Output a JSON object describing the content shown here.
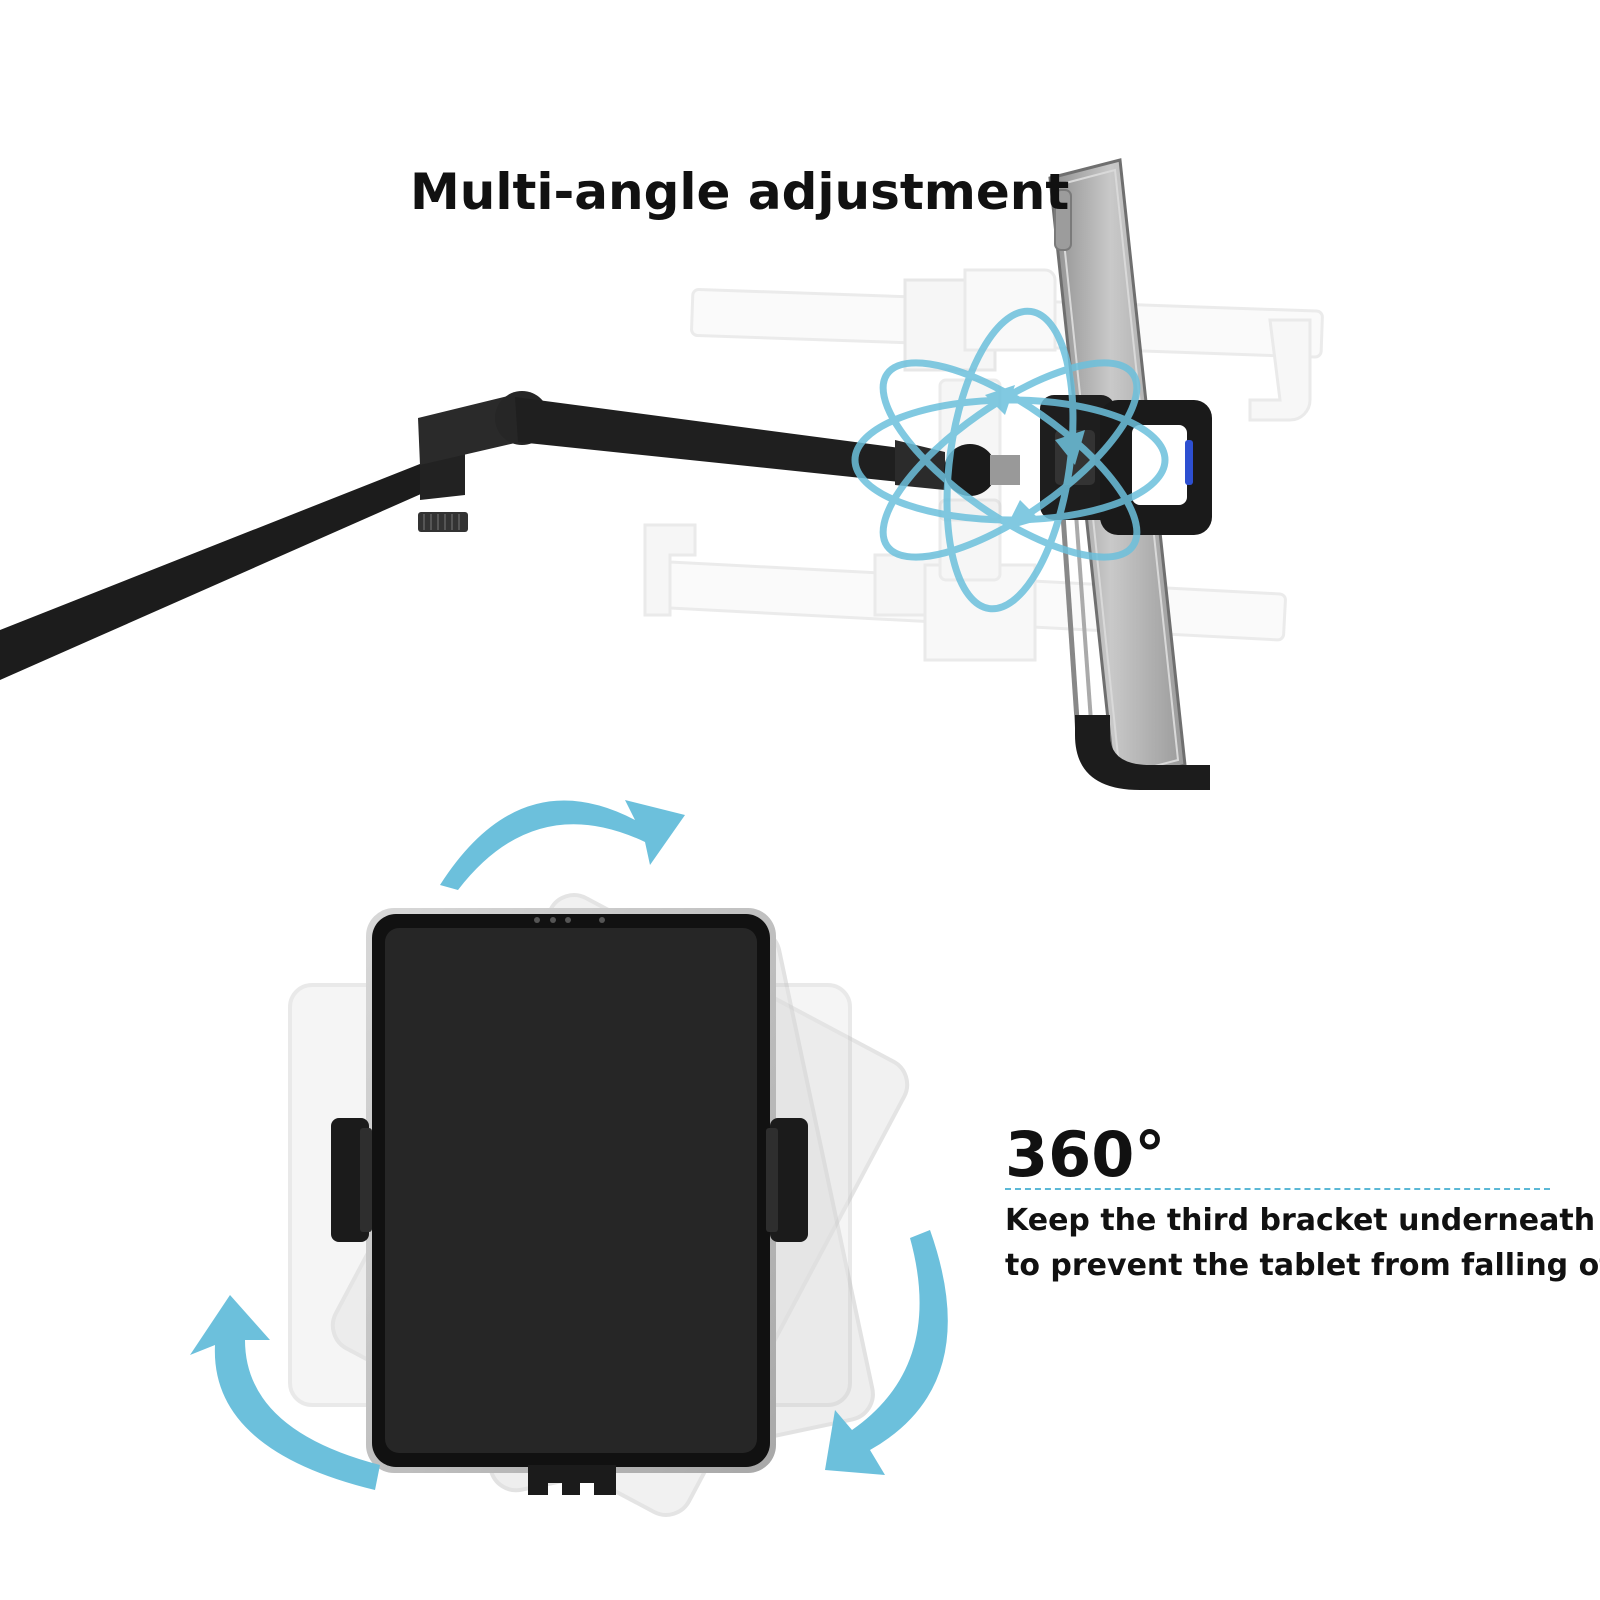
{
  "headline": "Multi-angle adjustment",
  "rotation": {
    "degrees": "360°",
    "caption_lines": [
      "Keep the third bracket underneath",
      "to prevent the tablet from falling off"
    ]
  },
  "colors": {
    "accent_arrow": "#6cc0dc",
    "arm": "#1c1c1c",
    "tablet_screen": "#262626",
    "tablet_frame": "#b8b8b8"
  },
  "icons": [
    "rotate-arrow-icon",
    "swivel-orbit-icon"
  ]
}
